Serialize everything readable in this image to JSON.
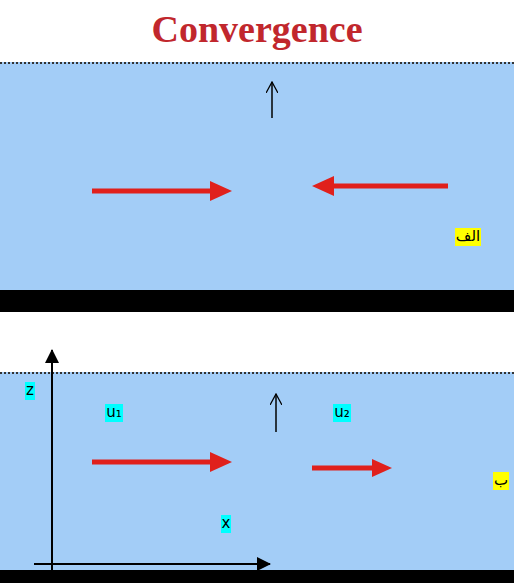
{
  "diagram": {
    "title": "Convergence",
    "labels": [
      "الف",
      "z",
      "u₁",
      "u₂",
      "x",
      "ب"
    ]
  }
}
